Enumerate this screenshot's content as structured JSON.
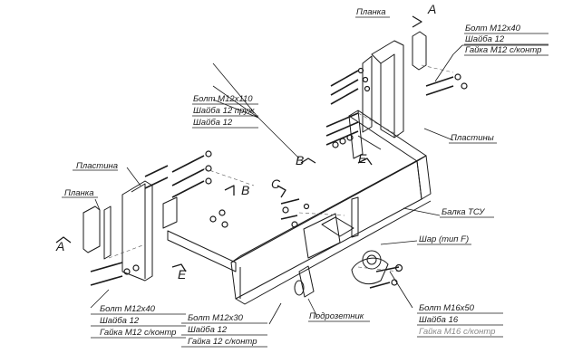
{
  "labels": {
    "planka_top": "Планка",
    "planka_left": "Планка",
    "plastina_left": "Пластина",
    "plastiny_right": "Пластины",
    "balka": "Балка ТСУ",
    "shar": "Шар (тип F)",
    "podrozetnik": "Подрозетник"
  },
  "fastener_groups": {
    "top_right": [
      "Болт М12х40",
      "Шайба 12",
      "Гайка М12 с/контр"
    ],
    "mid": [
      "Болт М12х110",
      "Шайба 12 пруж",
      "Шайба 12"
    ],
    "bottom_left": [
      "Болт М12х40",
      "Шайба 12",
      "Гайка М12 с/контр"
    ],
    "bottom_mid": [
      "Болт М12х30",
      "Шайба 12",
      "Гайка 12 с/контр"
    ],
    "bottom_right": [
      "Болт М16х50",
      "Шайба 16",
      "Гайка М16 с/контр"
    ]
  },
  "section_marks": {
    "a_top": "A",
    "a_left": "A",
    "b_mid": "B",
    "b_right": "B",
    "c": "C",
    "e_right": "E",
    "e_left": "E"
  },
  "colors": {
    "line": "#1a1a1a",
    "gray": "#8a8a8a",
    "background": "#ffffff"
  }
}
